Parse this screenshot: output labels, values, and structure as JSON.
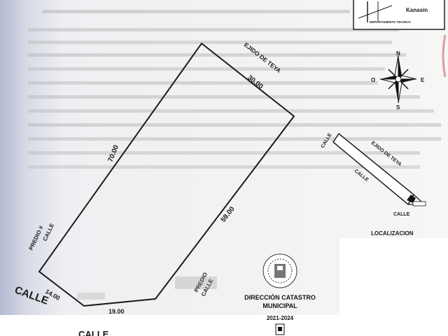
{
  "plot": {
    "side_north_east": "30.00",
    "side_north_west": "70.00",
    "side_south_east": "59.00",
    "side_south_west": "14.00",
    "side_south": "19.00",
    "adjacent_ne": "EJIDO DE TEYA",
    "adjacent_w_line1": "PREDIO #",
    "adjacent_w_line2": "CALLE",
    "adjacent_se_line1": "PREDIO",
    "adjacent_se_line2": "CALLE",
    "street_sw": "CALLE",
    "street_s": "CALLE"
  },
  "compass": {
    "north": "N",
    "south": "S",
    "east": "E",
    "west": "O"
  },
  "location_map": {
    "title": "LOCALIZACION",
    "ejido": "EJIDO DE TEYA",
    "street_top": "CALLE",
    "street_side": "CALLE",
    "street_bottom": "CALLE"
  },
  "logo_top": {
    "name": "Kanasín",
    "subtitle": "DEPARTAMENTO TECNICO"
  },
  "seal": {
    "line1": "DIRECCIÓN CATASTRO",
    "line2": "MUNICIPAL",
    "line3": "2021-2024"
  },
  "colors": {
    "scan_edge": "#a8aec8",
    "ink": "#1a1a1a",
    "paper": "#f4f4f2"
  }
}
